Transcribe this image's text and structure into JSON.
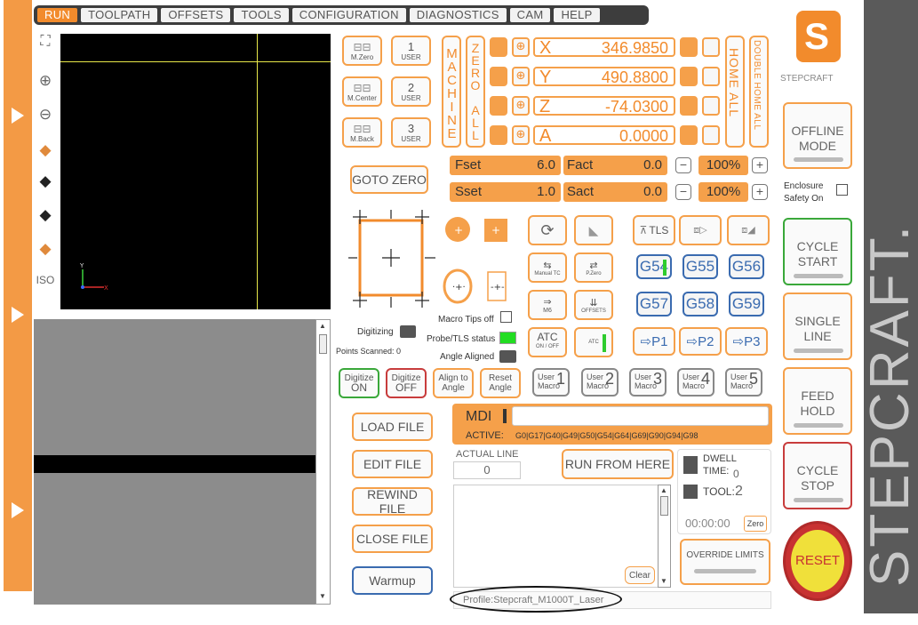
{
  "tabs": [
    {
      "label": "RUN",
      "active": true
    },
    {
      "label": "TOOLPATH"
    },
    {
      "label": "OFFSETS"
    },
    {
      "label": "TOOLS"
    },
    {
      "label": "CONFIGURATION"
    },
    {
      "label": "DIAGNOSTICS"
    },
    {
      "label": "CAM"
    },
    {
      "label": "HELP"
    }
  ],
  "view_tools": {
    "iso": "ISO"
  },
  "axes": [
    {
      "name": "X",
      "value": "346.9850"
    },
    {
      "name": "Y",
      "value": "490.8800"
    },
    {
      "name": "Z",
      "value": "-74.0300"
    },
    {
      "name": "A",
      "value": "0.0000"
    }
  ],
  "labels": {
    "machine": "MACHINE",
    "zero_all": "ZERO ALL",
    "home_all": "HOME ALL",
    "double_home_all": "DOUBLE HOME ALL"
  },
  "zero_buttons": [
    {
      "top": "M.Zero",
      "bottom": "USER",
      "n": "1"
    },
    {
      "top": "M.Center",
      "bottom": "USER",
      "n": "2"
    },
    {
      "top": "M.Back",
      "bottom": "USER",
      "n": "3"
    }
  ],
  "goto_zero": "GOTO ZERO",
  "feed": {
    "fset_label": "Fset",
    "fset_value": "6.0",
    "fact_label": "Fact",
    "fact_value": "0.0",
    "feed_pct": "100%",
    "sset_label": "Sset",
    "sset_value": "1.0",
    "sact_label": "Sact",
    "sact_value": "0.0",
    "spindle_pct": "100%"
  },
  "tool_buttons": {
    "tls": "TLS",
    "manual_tc": "Manual TC",
    "pzero": "P.Zero",
    "m6": "M6",
    "offsets": "OFFSETS",
    "atc": "ATC",
    "atc_sub": "ON / OFF",
    "atc_small": "ATC"
  },
  "gcodes": [
    "G54",
    "G55",
    "G56",
    "G57",
    "G58",
    "G59"
  ],
  "p_buttons": [
    "P1",
    "P2",
    "P3"
  ],
  "status": {
    "digitizing": "Digitizing",
    "points_scanned": "Points Scanned: 0",
    "macro_tips": "Macro Tips off",
    "probe_tls": "Probe/TLS status",
    "angle_aligned": "Angle Aligned"
  },
  "digitize_buttons": [
    {
      "a": "Digitize",
      "b": "ON"
    },
    {
      "a": "Digitize",
      "b": "OFF"
    },
    {
      "a": "Align to",
      "b": "Angle"
    },
    {
      "a": "Reset",
      "b": "Angle"
    }
  ],
  "macros": [
    {
      "a": "User",
      "b": "Macro",
      "n": "1"
    },
    {
      "a": "User",
      "b": "Macro",
      "n": "2"
    },
    {
      "a": "User",
      "b": "Macro",
      "n": "3"
    },
    {
      "a": "User",
      "b": "Macro",
      "n": "4"
    },
    {
      "a": "User",
      "b": "Macro",
      "n": "5"
    }
  ],
  "file_buttons": {
    "load": "LOAD FILE",
    "edit": "EDIT FILE",
    "rewind": "REWIND FILE",
    "close": "CLOSE FILE",
    "warmup": "Warmup"
  },
  "mdi": {
    "label": "MDI",
    "active_label": "ACTIVE:",
    "active_codes": "G0|G17|G40|G49|G50|G54|G64|G69|G90|G94|G98",
    "value": ""
  },
  "actual_line": {
    "label": "ACTUAL LINE",
    "value": "0"
  },
  "run_from_here": "RUN FROM HERE",
  "dwell": {
    "label": "DWELL",
    "time_label": "TIME:",
    "time": "0",
    "tool_label": "TOOL:",
    "tool": "2",
    "timer": "00:00:00",
    "zero": "Zero"
  },
  "clear": "Clear",
  "override_limits": "OVERRIDE LIMITS",
  "profile": "Profile:Stepcraft_M1000T_Laser",
  "brand": {
    "name": "STEPCRAFT.",
    "small": "STEPCRAFT"
  },
  "right": {
    "offline_a": "OFFLINE",
    "offline_b": "MODE",
    "enclosure_a": "Enclosure",
    "enclosure_b": "Safety On",
    "cycle_start_a": "CYCLE",
    "cycle_start_b": "START",
    "single_a": "SINGLE",
    "single_b": "LINE",
    "feed_a": "FEED",
    "feed_b": "HOLD",
    "stop_a": "CYCLE",
    "stop_b": "STOP",
    "reset": "RESET"
  },
  "colors": {
    "accent": "#f28b2c",
    "blue": "#3a6bb0",
    "green": "#3aa83a",
    "red": "#c83c3c",
    "brand_bg": "#5a5a5a"
  }
}
